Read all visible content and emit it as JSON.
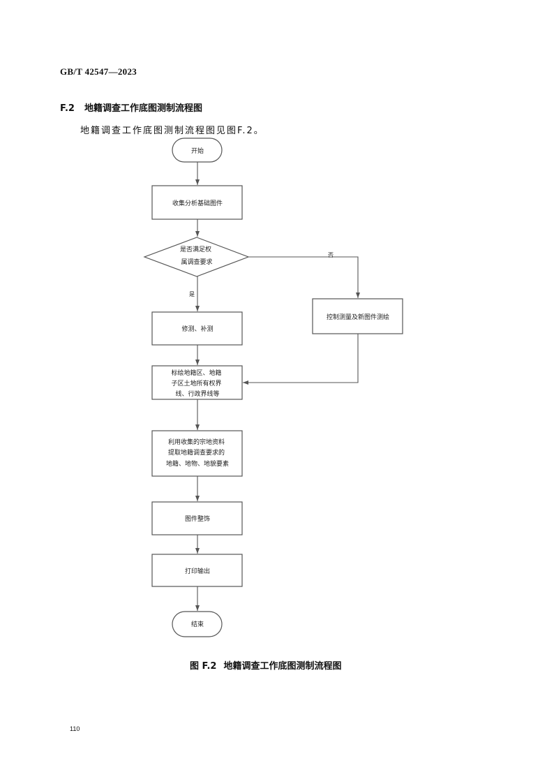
{
  "header": {
    "standard_number": "GB/T 42547—2023"
  },
  "section": {
    "number": "F.2",
    "title": "地籍调查工作底图测制流程图"
  },
  "body": {
    "paragraph": "地籍调查工作底图测制流程图见图F.2。"
  },
  "flowchart": {
    "nodes": {
      "start": "开始",
      "collect": "收集分析基础图件",
      "decision": [
        "是否满足权",
        "属调查要求"
      ],
      "survey": "控制测量及新图件测绘",
      "revise": "修测、补测",
      "mark": [
        "标绘地籍区、地籍",
        "子区土地所有权界",
        "线、行政界线等"
      ],
      "extract": [
        "利用收集的宗地资料",
        "提取地籍调查要求的",
        "地籍、地物、地貌要素"
      ],
      "finish": "图件整饰",
      "print": "打印输出",
      "end": "结束"
    },
    "edge_labels": {
      "no": "否",
      "yes": "是"
    }
  },
  "caption": {
    "label": "图 F.2",
    "title": "地籍调查工作底图测制流程图"
  },
  "footer": {
    "page_number": "110"
  }
}
